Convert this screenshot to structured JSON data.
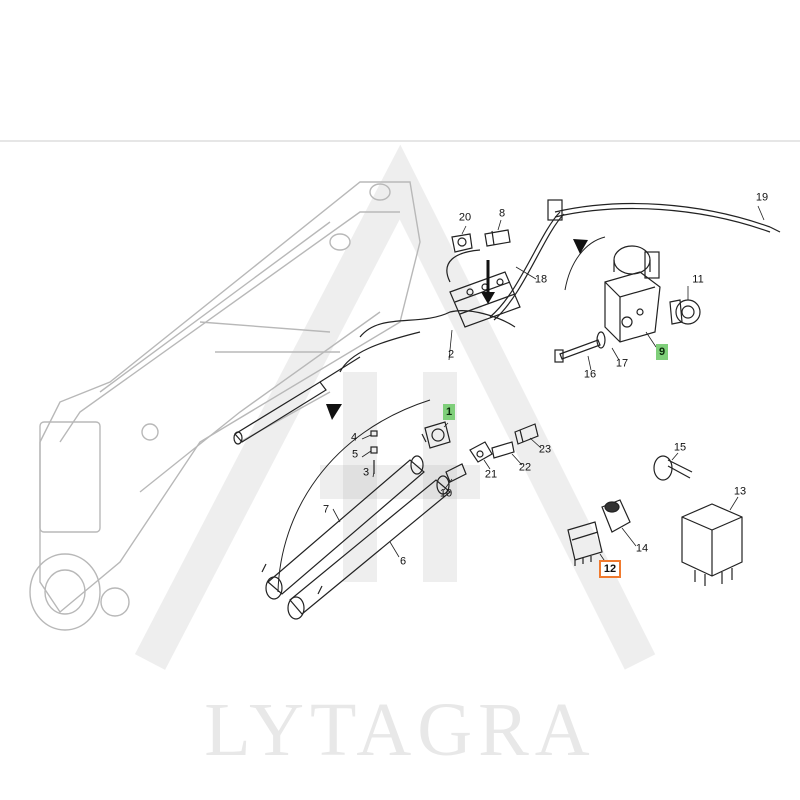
{
  "watermark": {
    "brand": "LYTAGRA"
  },
  "callouts": {
    "c1": "1",
    "c2": "2",
    "c3": "3",
    "c4": "4",
    "c5": "5",
    "c6": "6",
    "c7": "7",
    "c8": "8",
    "c9": "9",
    "c10": "10",
    "c11": "11",
    "c12": "12",
    "c13": "13",
    "c14": "14",
    "c15": "15",
    "c16": "16",
    "c17": "17",
    "c18": "18",
    "c19": "19",
    "c20": "20",
    "c21": "21",
    "c22": "22",
    "c23": "23"
  },
  "highlights": {
    "green": [
      "1",
      "9"
    ],
    "orange": [
      "12"
    ]
  },
  "colors": {
    "line": "#222222",
    "boom_line": "#b8b8b8",
    "highlight_green": "#7fcf7a",
    "highlight_orange": "#f07a2e"
  }
}
